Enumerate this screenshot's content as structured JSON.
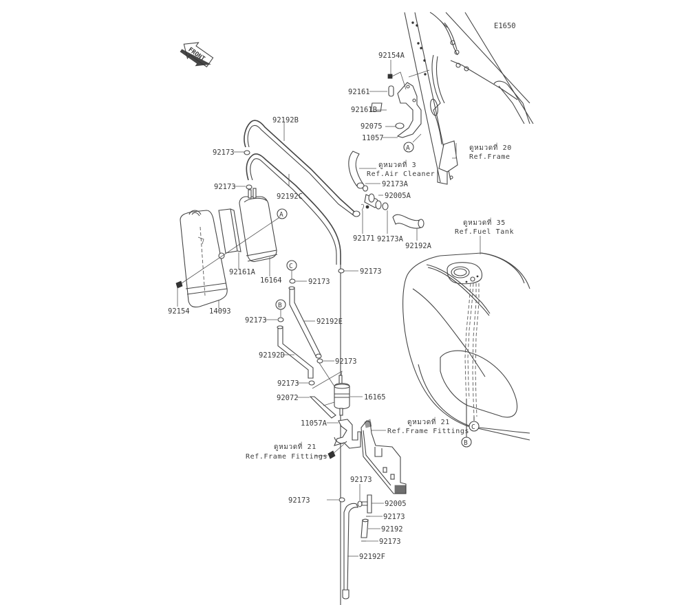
{
  "diagram": {
    "code": "E1650",
    "front_label": "FRONT",
    "callouts": {
      "A": "A",
      "B": "B",
      "C": "C"
    },
    "parts": {
      "p92154A": "92154A",
      "p92161": "92161",
      "p92161B": "92161B",
      "p92075": "92075",
      "p11057": "11057",
      "p92192B": "92192B",
      "p92173_a": "92173",
      "p92173_b": "92173",
      "p92192C": "92192C",
      "p92173A_top": "92173A",
      "p92005A": "92005A",
      "p92171": "92171",
      "p92173A_bot": "92173A",
      "p92192A": "92192A",
      "p92161A": "92161A",
      "p16164": "16164",
      "p92154": "92154",
      "p14093": "14093",
      "p92173_c": "92173",
      "p92173_d": "92173",
      "p92173_e": "92173",
      "p92192E": "92192E",
      "p92192D": "92192D",
      "p92173_f": "92173",
      "p92173_g": "92173",
      "p16165": "16165",
      "p92072": "92072",
      "p11057A": "11057A",
      "p92173_h": "92173",
      "p92173_i": "92173",
      "p92005": "92005",
      "p92173_j": "92173",
      "p92192": "92192",
      "p92173_k": "92173",
      "p92192F": "92192F"
    },
    "references": {
      "frame": {
        "thai": "ดูหมวดที่ 20",
        "en": "Ref.Frame"
      },
      "air_cleaner": {
        "thai": "ดูหมวดที่ 3",
        "en": "Ref.Air Cleaner"
      },
      "fuel_tank": {
        "thai": "ดูหมวดที่ 35",
        "en": "Ref.Fuel Tank"
      },
      "frame_fittings_right": {
        "thai": "ดูหมวดที่ 21",
        "en": "Ref.Frame Fittings"
      },
      "frame_fittings_left": {
        "thai": "ดูหมวดที่ 21",
        "en": "Ref.Frame Fittings"
      }
    }
  }
}
